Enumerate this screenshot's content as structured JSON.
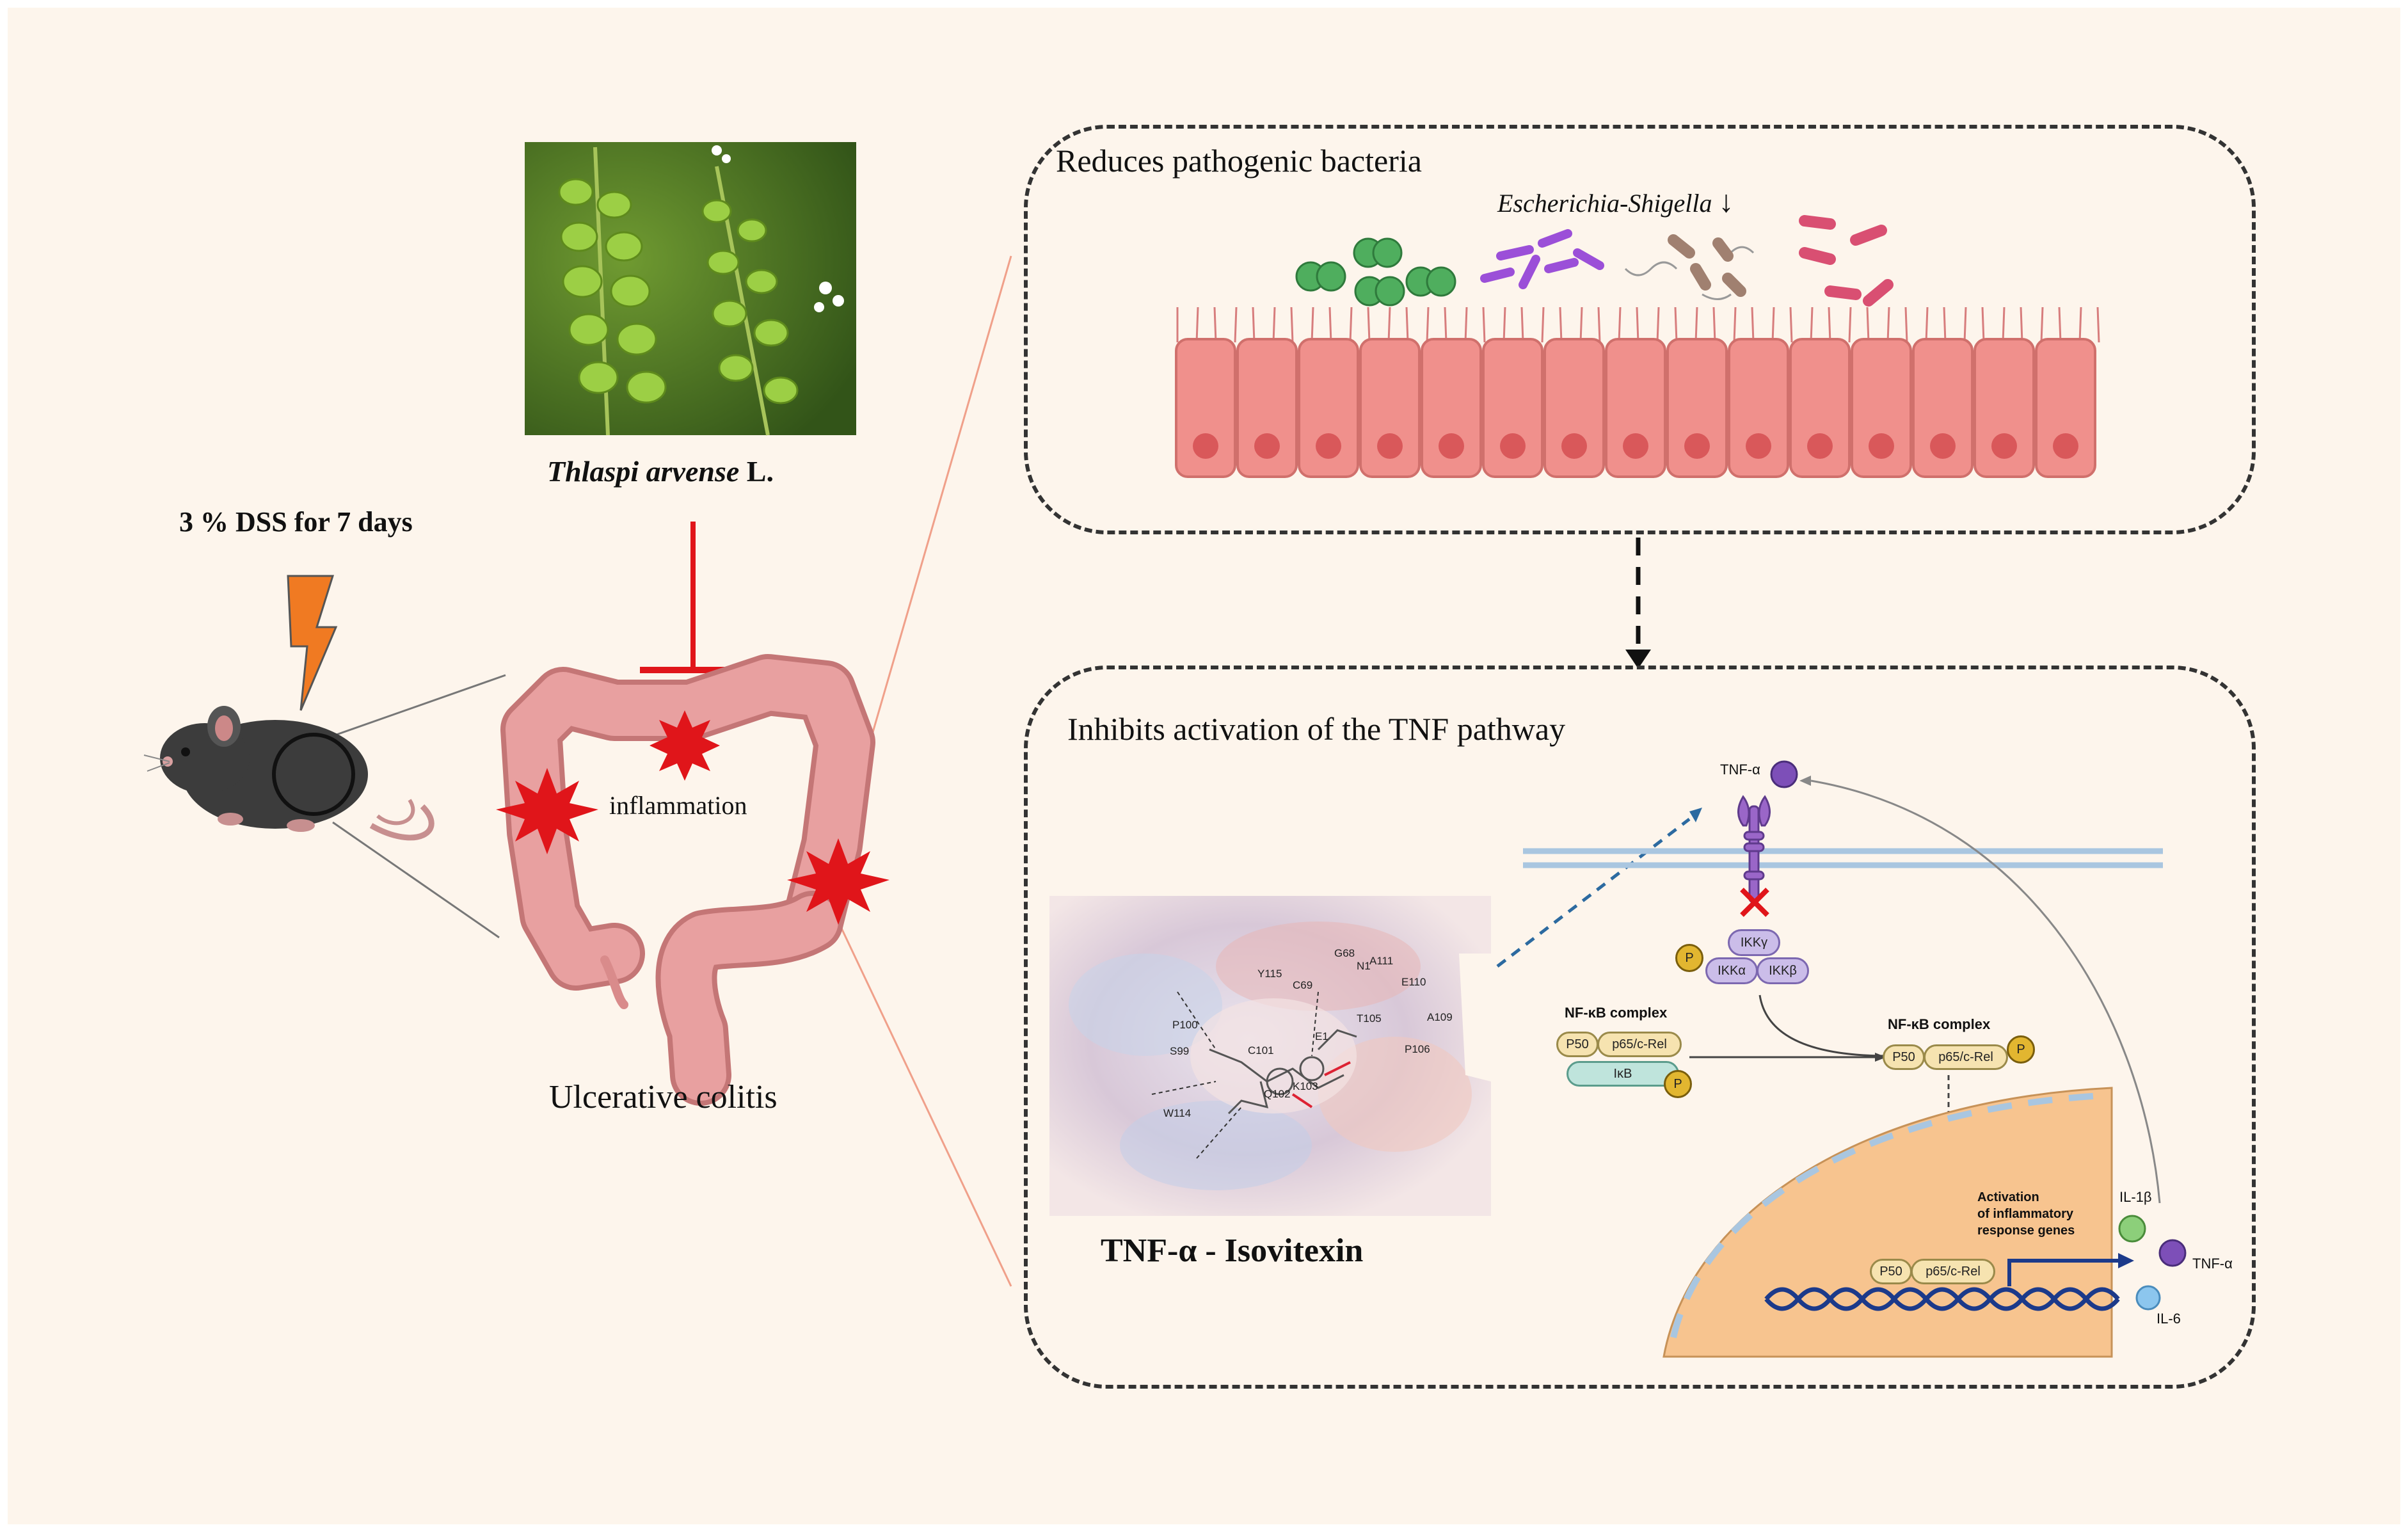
{
  "colors": {
    "background": "#fdf5ec",
    "inhibit_red": "#e0151a",
    "epithelium": "#f0908c",
    "colon": "#e8a0a0",
    "nucleus": "#f7c48f",
    "dna": "#1c3a8a",
    "receptor": "#9a66c8"
  },
  "left": {
    "dss_label": "3 % DSS for 7 days",
    "plant_name_italic": "Thlaspi arvense",
    "plant_name_suffix": " L.",
    "inflammation_label": "inflammation",
    "disease_label": "Ulcerative colitis"
  },
  "top_panel": {
    "title": "Reduces pathogenic bacteria",
    "bacteria_label": "Escherichia-Shigella",
    "arrow_down": "↓"
  },
  "bottom_panel": {
    "title": "Inhibits activation of the TNF pathway",
    "docking_caption": "TNF-α - Isovitexin",
    "residues": [
      "G68",
      "N1",
      "A111",
      "E110",
      "A109",
      "Y115",
      "C69",
      "P100",
      "T105",
      "S99",
      "C101",
      "E1",
      "P106",
      "K103",
      "W114",
      "Q102"
    ],
    "pathway": {
      "tnf_ligand": "TNF-α",
      "ikk_gamma": "IKKγ",
      "ikk_alpha": "IKKα",
      "ikk_beta": "IKKβ",
      "phospho": "P",
      "nfkb_complex_1": "NF-κB complex",
      "nfkb_complex_2": "NF-κB complex",
      "p50": "P50",
      "p65": "p65/c-Rel",
      "ikb": "IκB",
      "activation_line1": "Activation",
      "activation_line2": "of inflammatory",
      "activation_line3": "response genes",
      "il1b": "IL-1β",
      "tnf_out": "TNF-α",
      "il6": "IL-6"
    }
  }
}
